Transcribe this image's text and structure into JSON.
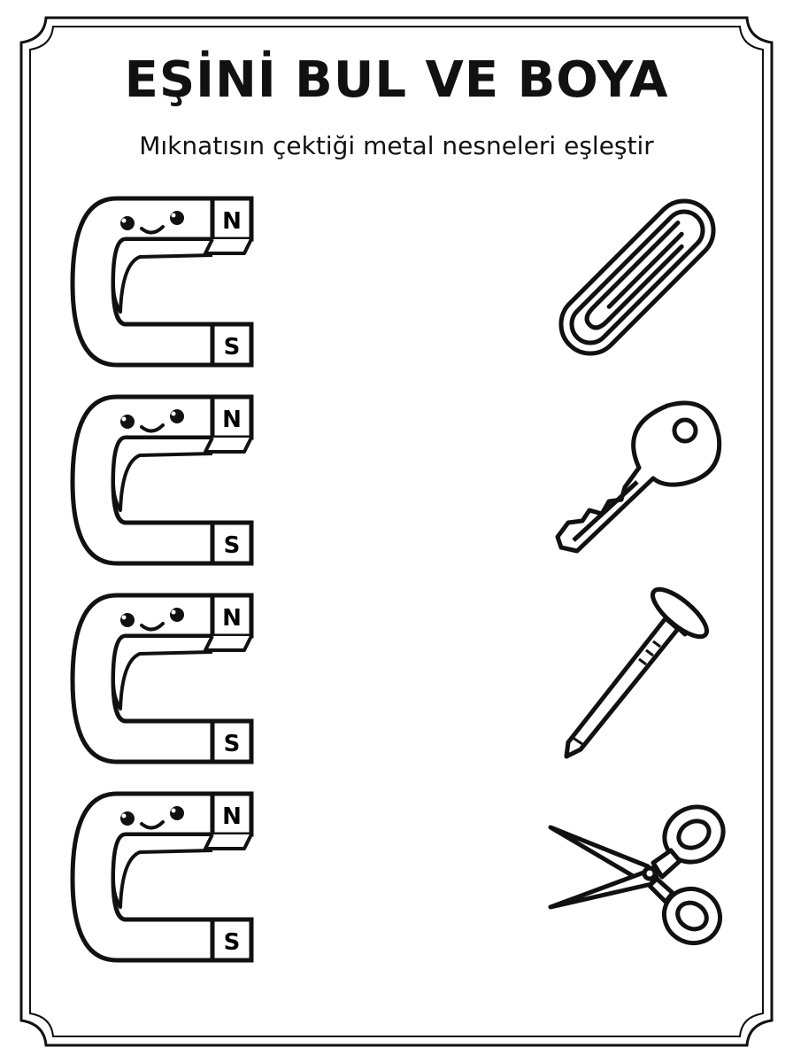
{
  "worksheet": {
    "title": "EŞİNİ BUL VE BOYA",
    "subtitle": "Mıknatısın çektiği metal nesneleri eşleştir"
  },
  "magnets": [
    {
      "north_label": "N",
      "south_label": "S",
      "icon": "horseshoe-magnet-icon"
    },
    {
      "north_label": "N",
      "south_label": "S",
      "icon": "horseshoe-magnet-icon"
    },
    {
      "north_label": "N",
      "south_label": "S",
      "icon": "horseshoe-magnet-icon"
    },
    {
      "north_label": "N",
      "south_label": "S",
      "icon": "horseshoe-magnet-icon"
    }
  ],
  "objects": [
    {
      "icon": "paperclip-icon"
    },
    {
      "icon": "key-icon"
    },
    {
      "icon": "nail-icon"
    },
    {
      "icon": "scissors-icon"
    }
  ],
  "colors": {
    "ink": "#111111",
    "paper": "#ffffff"
  }
}
